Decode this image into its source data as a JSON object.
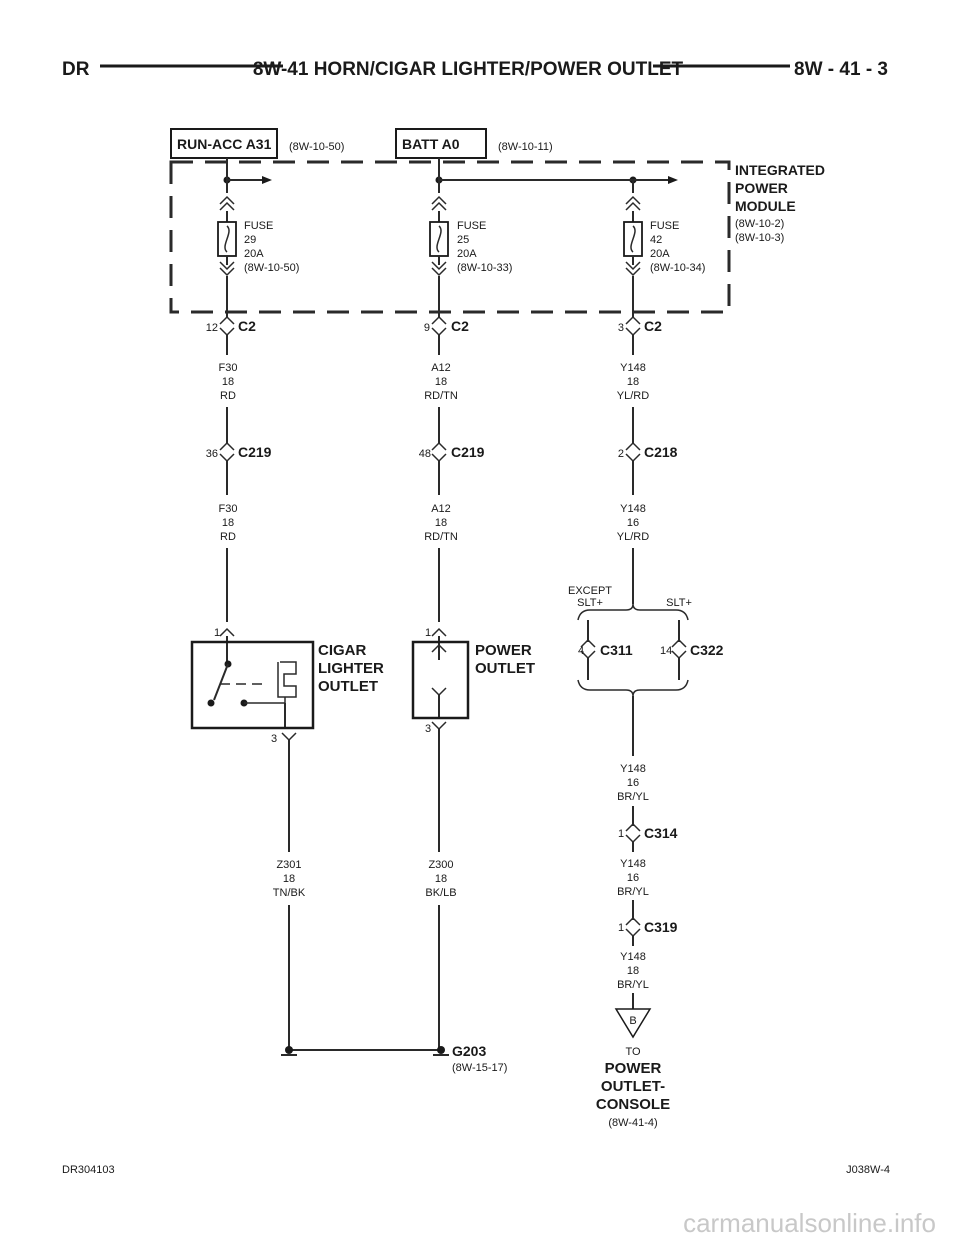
{
  "header": {
    "left": "DR",
    "title": "8W-41 HORN/CIGAR LIGHTER/POWER OUTLET",
    "right": "8W - 41 - 3"
  },
  "sources": {
    "run_acc": {
      "label": "RUN-ACC A31",
      "ref": "(8W-10-50)"
    },
    "batt": {
      "label": "BATT A0",
      "ref": "(8W-10-11)"
    }
  },
  "ipm": {
    "line1": "INTEGRATED",
    "line2": "POWER",
    "line3": "MODULE",
    "ref1": "(8W-10-2)",
    "ref2": "(8W-10-3)"
  },
  "fuses": [
    {
      "l1": "FUSE",
      "l2": "29",
      "l3": "20A",
      "l4": "(8W-10-50)"
    },
    {
      "l1": "FUSE",
      "l2": "25",
      "l3": "20A",
      "l4": "(8W-10-33)"
    },
    {
      "l1": "FUSE",
      "l2": "42",
      "l3": "20A",
      "l4": "(8W-10-34)"
    }
  ],
  "c2": [
    {
      "pin": "12",
      "name": "C2"
    },
    {
      "pin": "9",
      "name": "C2"
    },
    {
      "pin": "3",
      "name": "C2"
    }
  ],
  "wires_top": [
    {
      "a": "F30",
      "b": "18",
      "c": "RD"
    },
    {
      "a": "A12",
      "b": "18",
      "c": "RD/TN"
    },
    {
      "a": "Y148",
      "b": "18",
      "c": "YL/RD"
    }
  ],
  "mid_conn": [
    {
      "pin": "36",
      "name": "C219"
    },
    {
      "pin": "48",
      "name": "C219"
    },
    {
      "pin": "2",
      "name": "C218"
    }
  ],
  "wires_mid": [
    {
      "a": "F30",
      "b": "18",
      "c": "RD"
    },
    {
      "a": "A12",
      "b": "18",
      "c": "RD/TN"
    },
    {
      "a": "Y148",
      "b": "16",
      "c": "YL/RD"
    }
  ],
  "cigar": {
    "pin_in": "1",
    "pin_out": "3",
    "l1": "CIGAR",
    "l2": "LIGHTER",
    "l3": "OUTLET"
  },
  "power_outlet": {
    "pin_in": "1",
    "pin_out": "3",
    "l1": "POWER",
    "l2": "OUTLET"
  },
  "split": {
    "except1": "EXCEPT",
    "except2": "SLT+",
    "slt": "SLT+",
    "pin_a": "4",
    "conn_a": "C311",
    "pin_b": "14",
    "conn_b": "C322"
  },
  "wires_low": [
    {
      "a": "Z301",
      "b": "18",
      "c": "TN/BK"
    },
    {
      "a": "Z300",
      "b": "18",
      "c": "BK/LB"
    }
  ],
  "right_chain": [
    {
      "a": "Y148",
      "b": "16",
      "c": "BR/YL"
    },
    {
      "pin": "1",
      "name": "C314"
    },
    {
      "a": "Y148",
      "b": "16",
      "c": "BR/YL"
    },
    {
      "pin": "1",
      "name": "C319"
    },
    {
      "a": "Y148",
      "b": "18",
      "c": "BR/YL"
    }
  ],
  "ground": {
    "name": "G203",
    "ref": "(8W-15-17)"
  },
  "to": {
    "flag": "B",
    "to": "TO",
    "l1": "POWER",
    "l2": "OUTLET-",
    "l3": "CONSOLE",
    "ref": "(8W-41-4)"
  },
  "footer": {
    "left": "DR304103",
    "right": "J038W-4"
  },
  "watermark": "carmanualsonline.info"
}
